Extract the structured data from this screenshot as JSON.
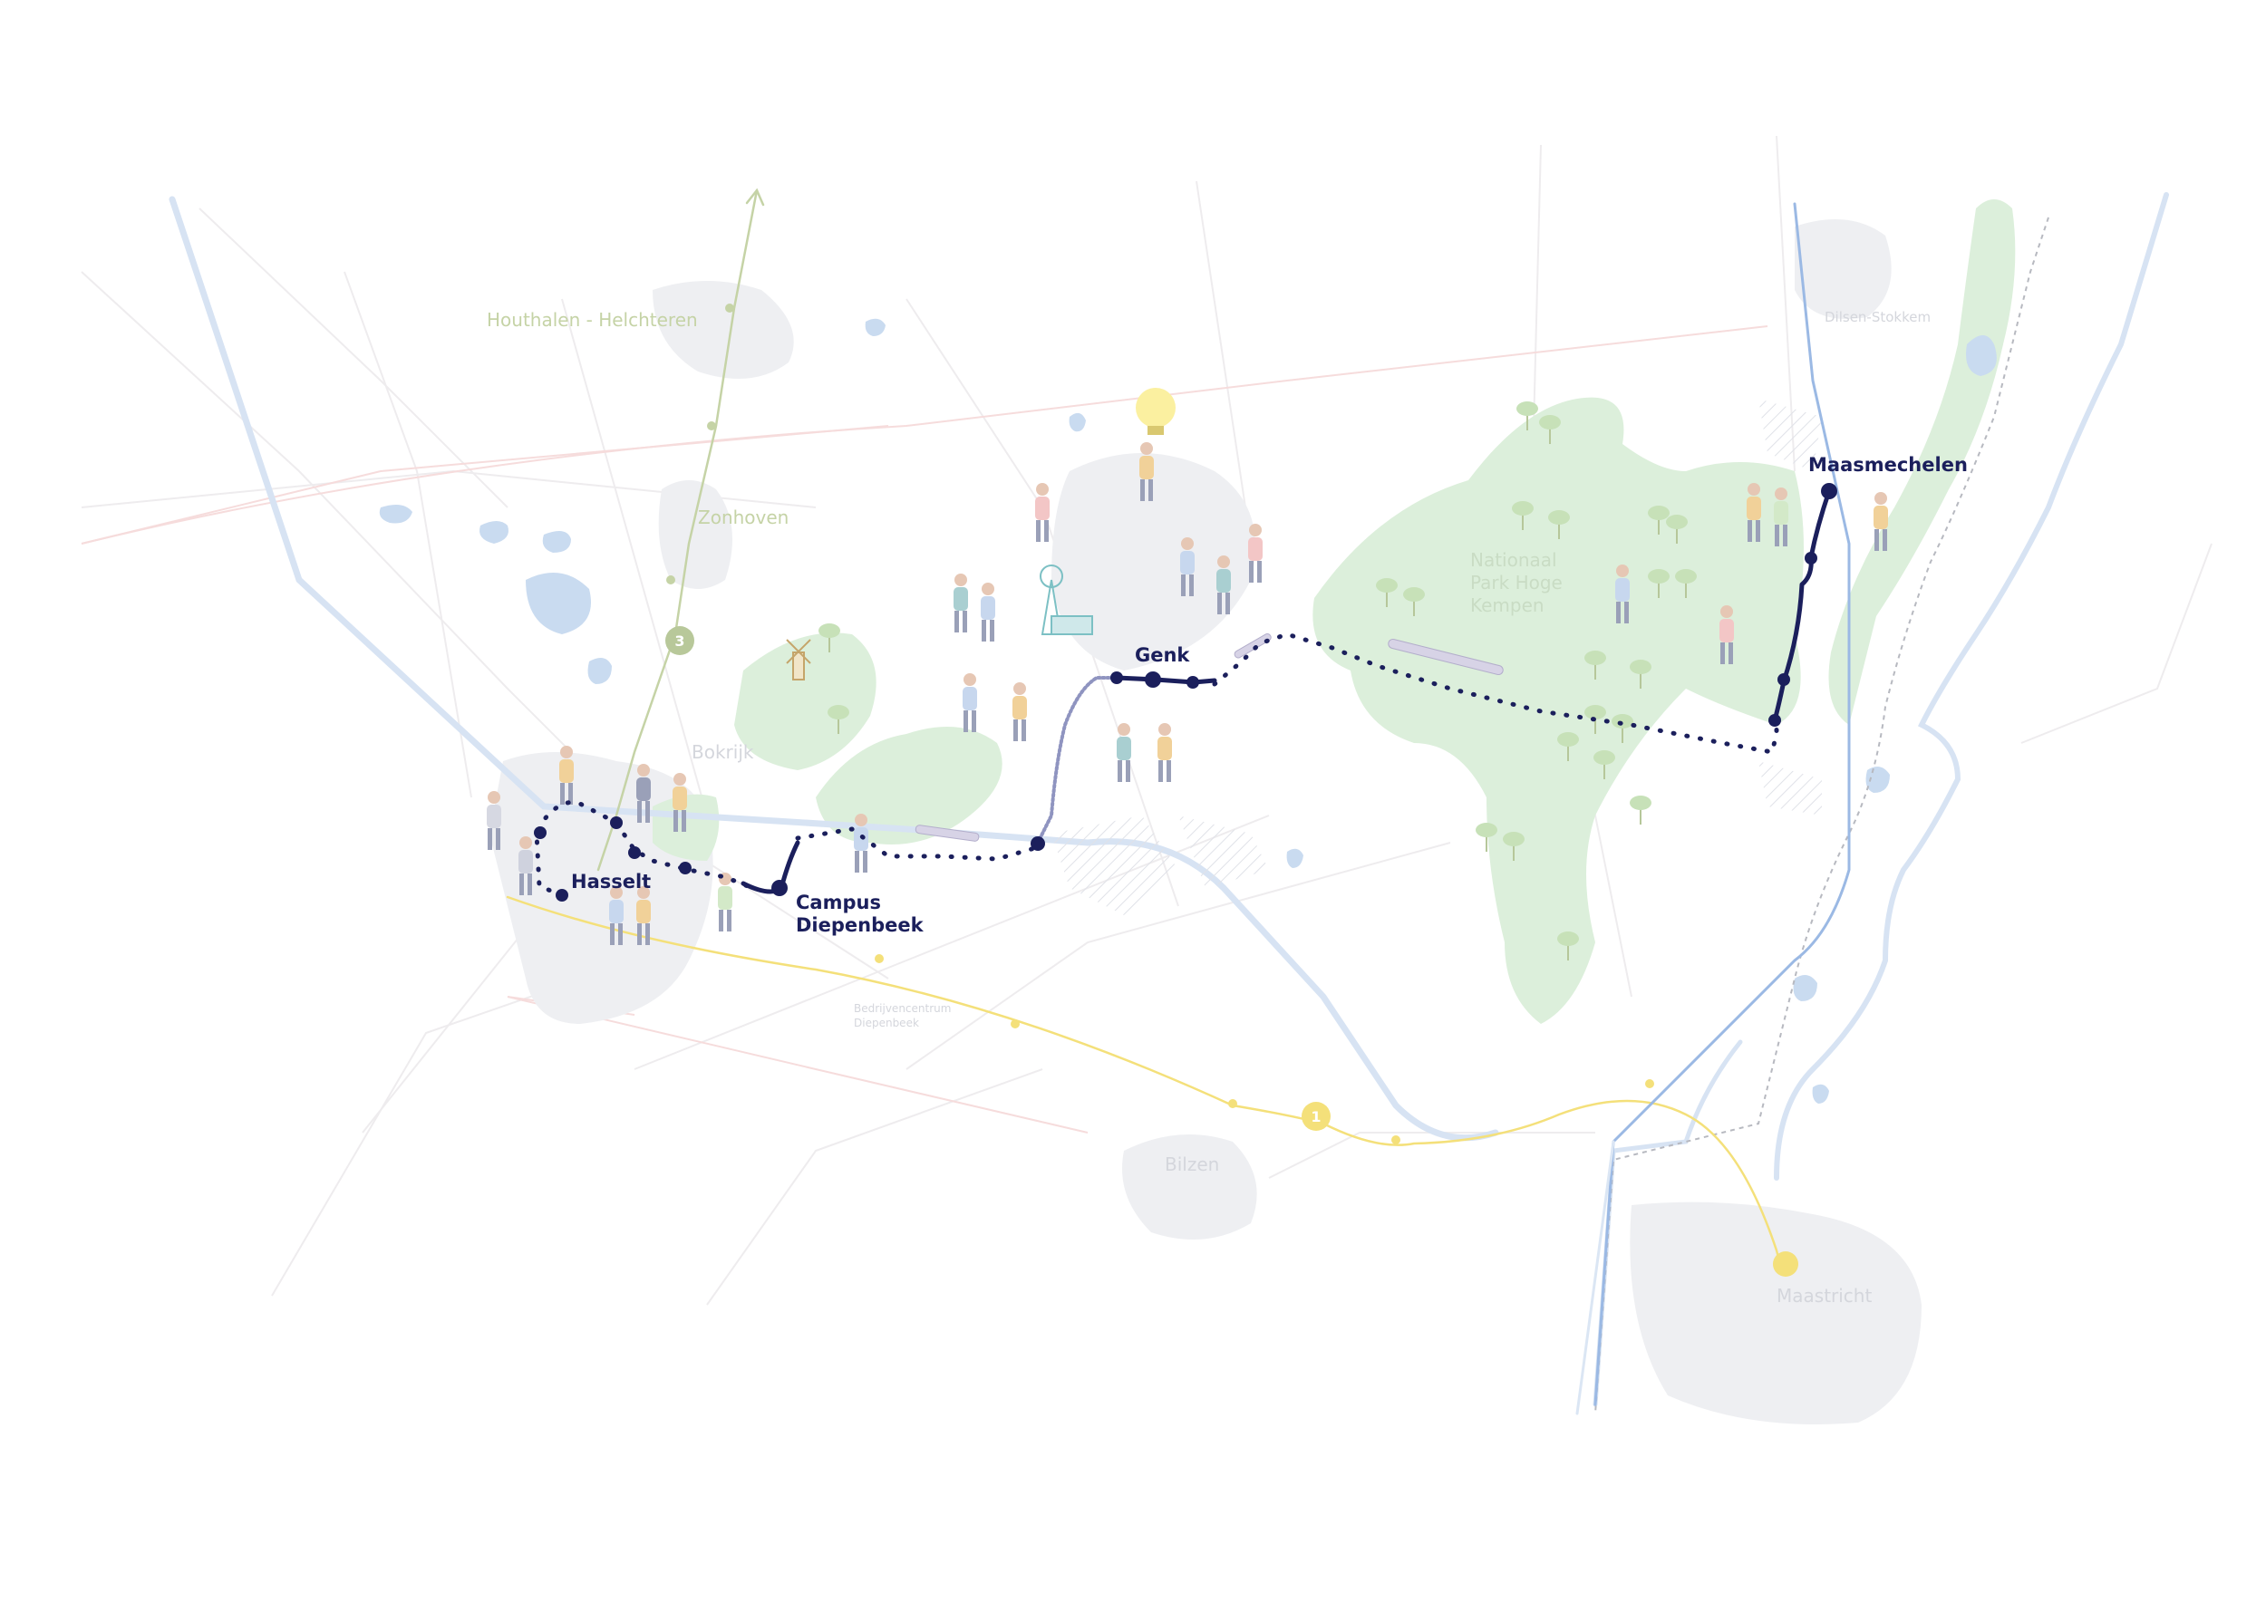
{
  "colors": {
    "route": "#1b1f5c",
    "water": "#c9dbf0",
    "green": "#dcefdb",
    "urban": "#eeeff2",
    "rail_green": "#c5d3a6",
    "rail_yellow": "#f4e07a",
    "rail_blue": "#9bb9e4",
    "road": "#ece9ea"
  },
  "stops": {
    "hasselt": "Hasselt",
    "campus_line1": "Campus",
    "campus_line2": "Diepenbeek",
    "genk": "Genk",
    "maasmechelen": "Maasmechelen"
  },
  "places": {
    "houthalen": "Houthalen - Helchteren",
    "zonhoven": "Zonhoven",
    "bokrijk": "Bokrijk",
    "nationaal_line1": "Nationaal",
    "nationaal_line2": "Park Hoge",
    "nationaal_line3": "Kempen",
    "dilsen": "Dilsen-Stokkem",
    "bedrijven_line1": "Bedrijvencentrum",
    "bedrijven_line2": "Diepenbeek",
    "bilzen": "Bilzen",
    "maastricht": "Maastricht"
  },
  "badges": {
    "line3": "3",
    "line1": "1"
  },
  "icons": {
    "people": "person-figure-icon",
    "tree": "tree-icon",
    "windmill": "windmill-icon",
    "mine": "mine-tower-icon",
    "lightbulb": "lightbulb-icon",
    "train": "train-icon"
  }
}
